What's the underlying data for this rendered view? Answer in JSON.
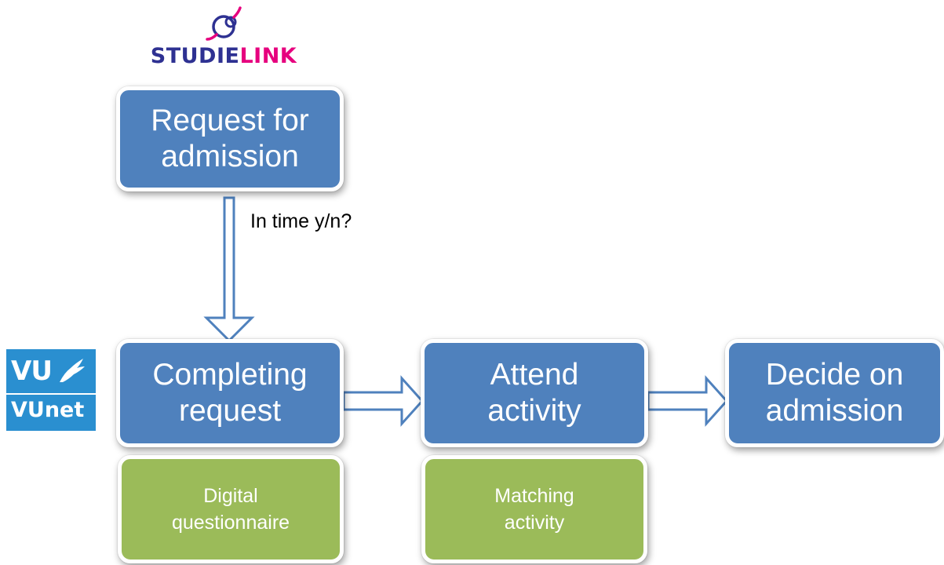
{
  "logos": {
    "studielink": {
      "part1": "STUDIE",
      "part2": "LINK"
    },
    "vu": {
      "top": "VU",
      "bottom": "VUnet"
    }
  },
  "steps": {
    "request": [
      "Request for",
      "admission"
    ],
    "completing": [
      "Completing",
      "request"
    ],
    "attend": [
      "Attend",
      "activity"
    ],
    "decide": [
      "Decide on",
      "admission"
    ]
  },
  "subs": {
    "questionnaire": [
      "Digital",
      "questionnaire"
    ],
    "matching": [
      "Matching",
      "activity"
    ]
  },
  "arrow_label": "In time y/n?",
  "colors": {
    "blue": "#4f81bd",
    "green": "#9bbb59",
    "arrow": "#4f81bd"
  }
}
